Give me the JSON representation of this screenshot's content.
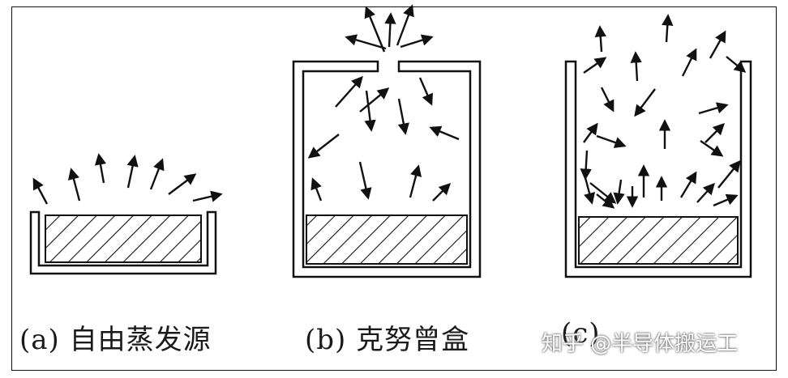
{
  "captions": {
    "a": "(a) 自由蒸发源",
    "b": "(b) 克努曾盒",
    "c": "(c)"
  },
  "watermark": "知乎 @半导体搬运工",
  "colors": {
    "ink": "#111111",
    "background": "#ffffff"
  }
}
